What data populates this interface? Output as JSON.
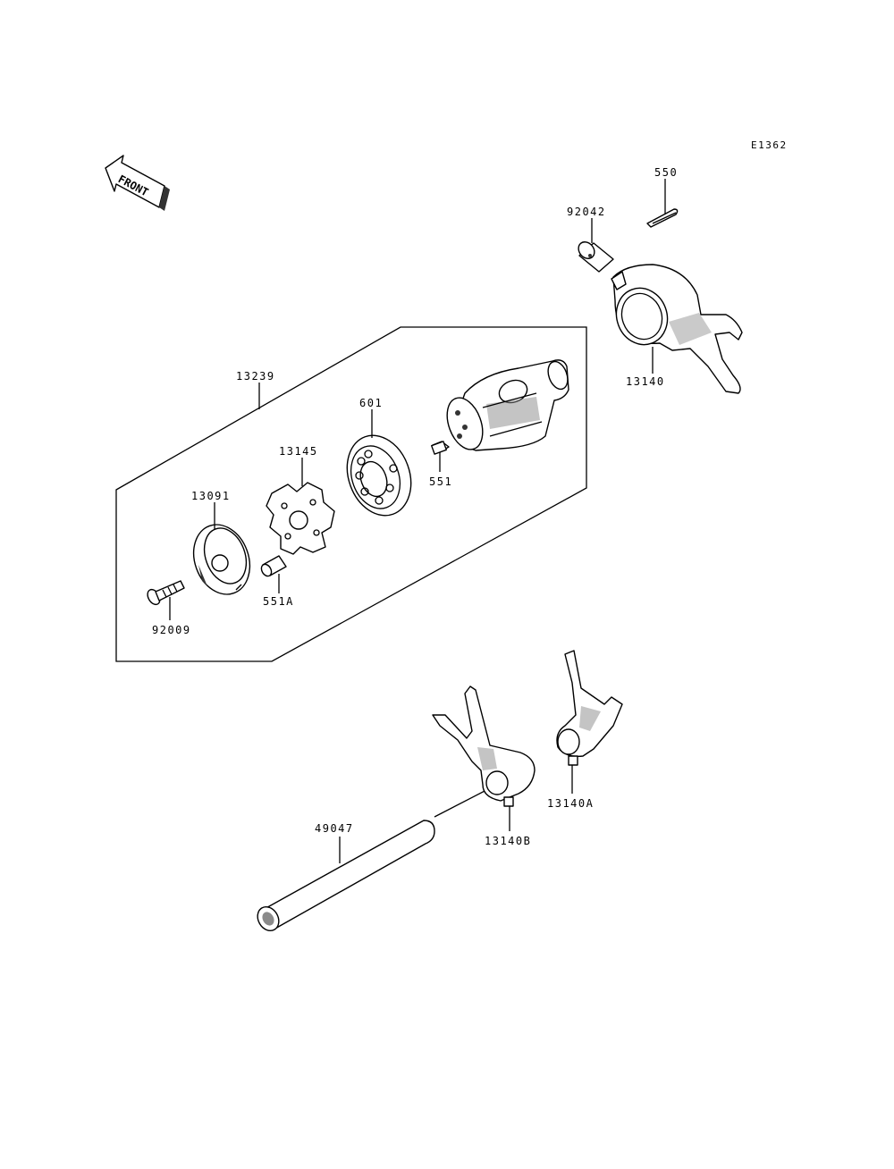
{
  "diagram": {
    "ref_code": "E1362",
    "front_badge": "FRONT",
    "parts": [
      {
        "id": "p550",
        "number": "550"
      },
      {
        "id": "p92042",
        "number": "92042"
      },
      {
        "id": "p13140",
        "number": "13140"
      },
      {
        "id": "p13239",
        "number": "13239"
      },
      {
        "id": "p601",
        "number": "601"
      },
      {
        "id": "p13145",
        "number": "13145"
      },
      {
        "id": "p551",
        "number": "551"
      },
      {
        "id": "p13091",
        "number": "13091"
      },
      {
        "id": "p551A",
        "number": "551A"
      },
      {
        "id": "p92009",
        "number": "92009"
      },
      {
        "id": "p49047",
        "number": "49047"
      },
      {
        "id": "p13140B",
        "number": "13140B"
      },
      {
        "id": "p13140A",
        "number": "13140A"
      }
    ]
  }
}
